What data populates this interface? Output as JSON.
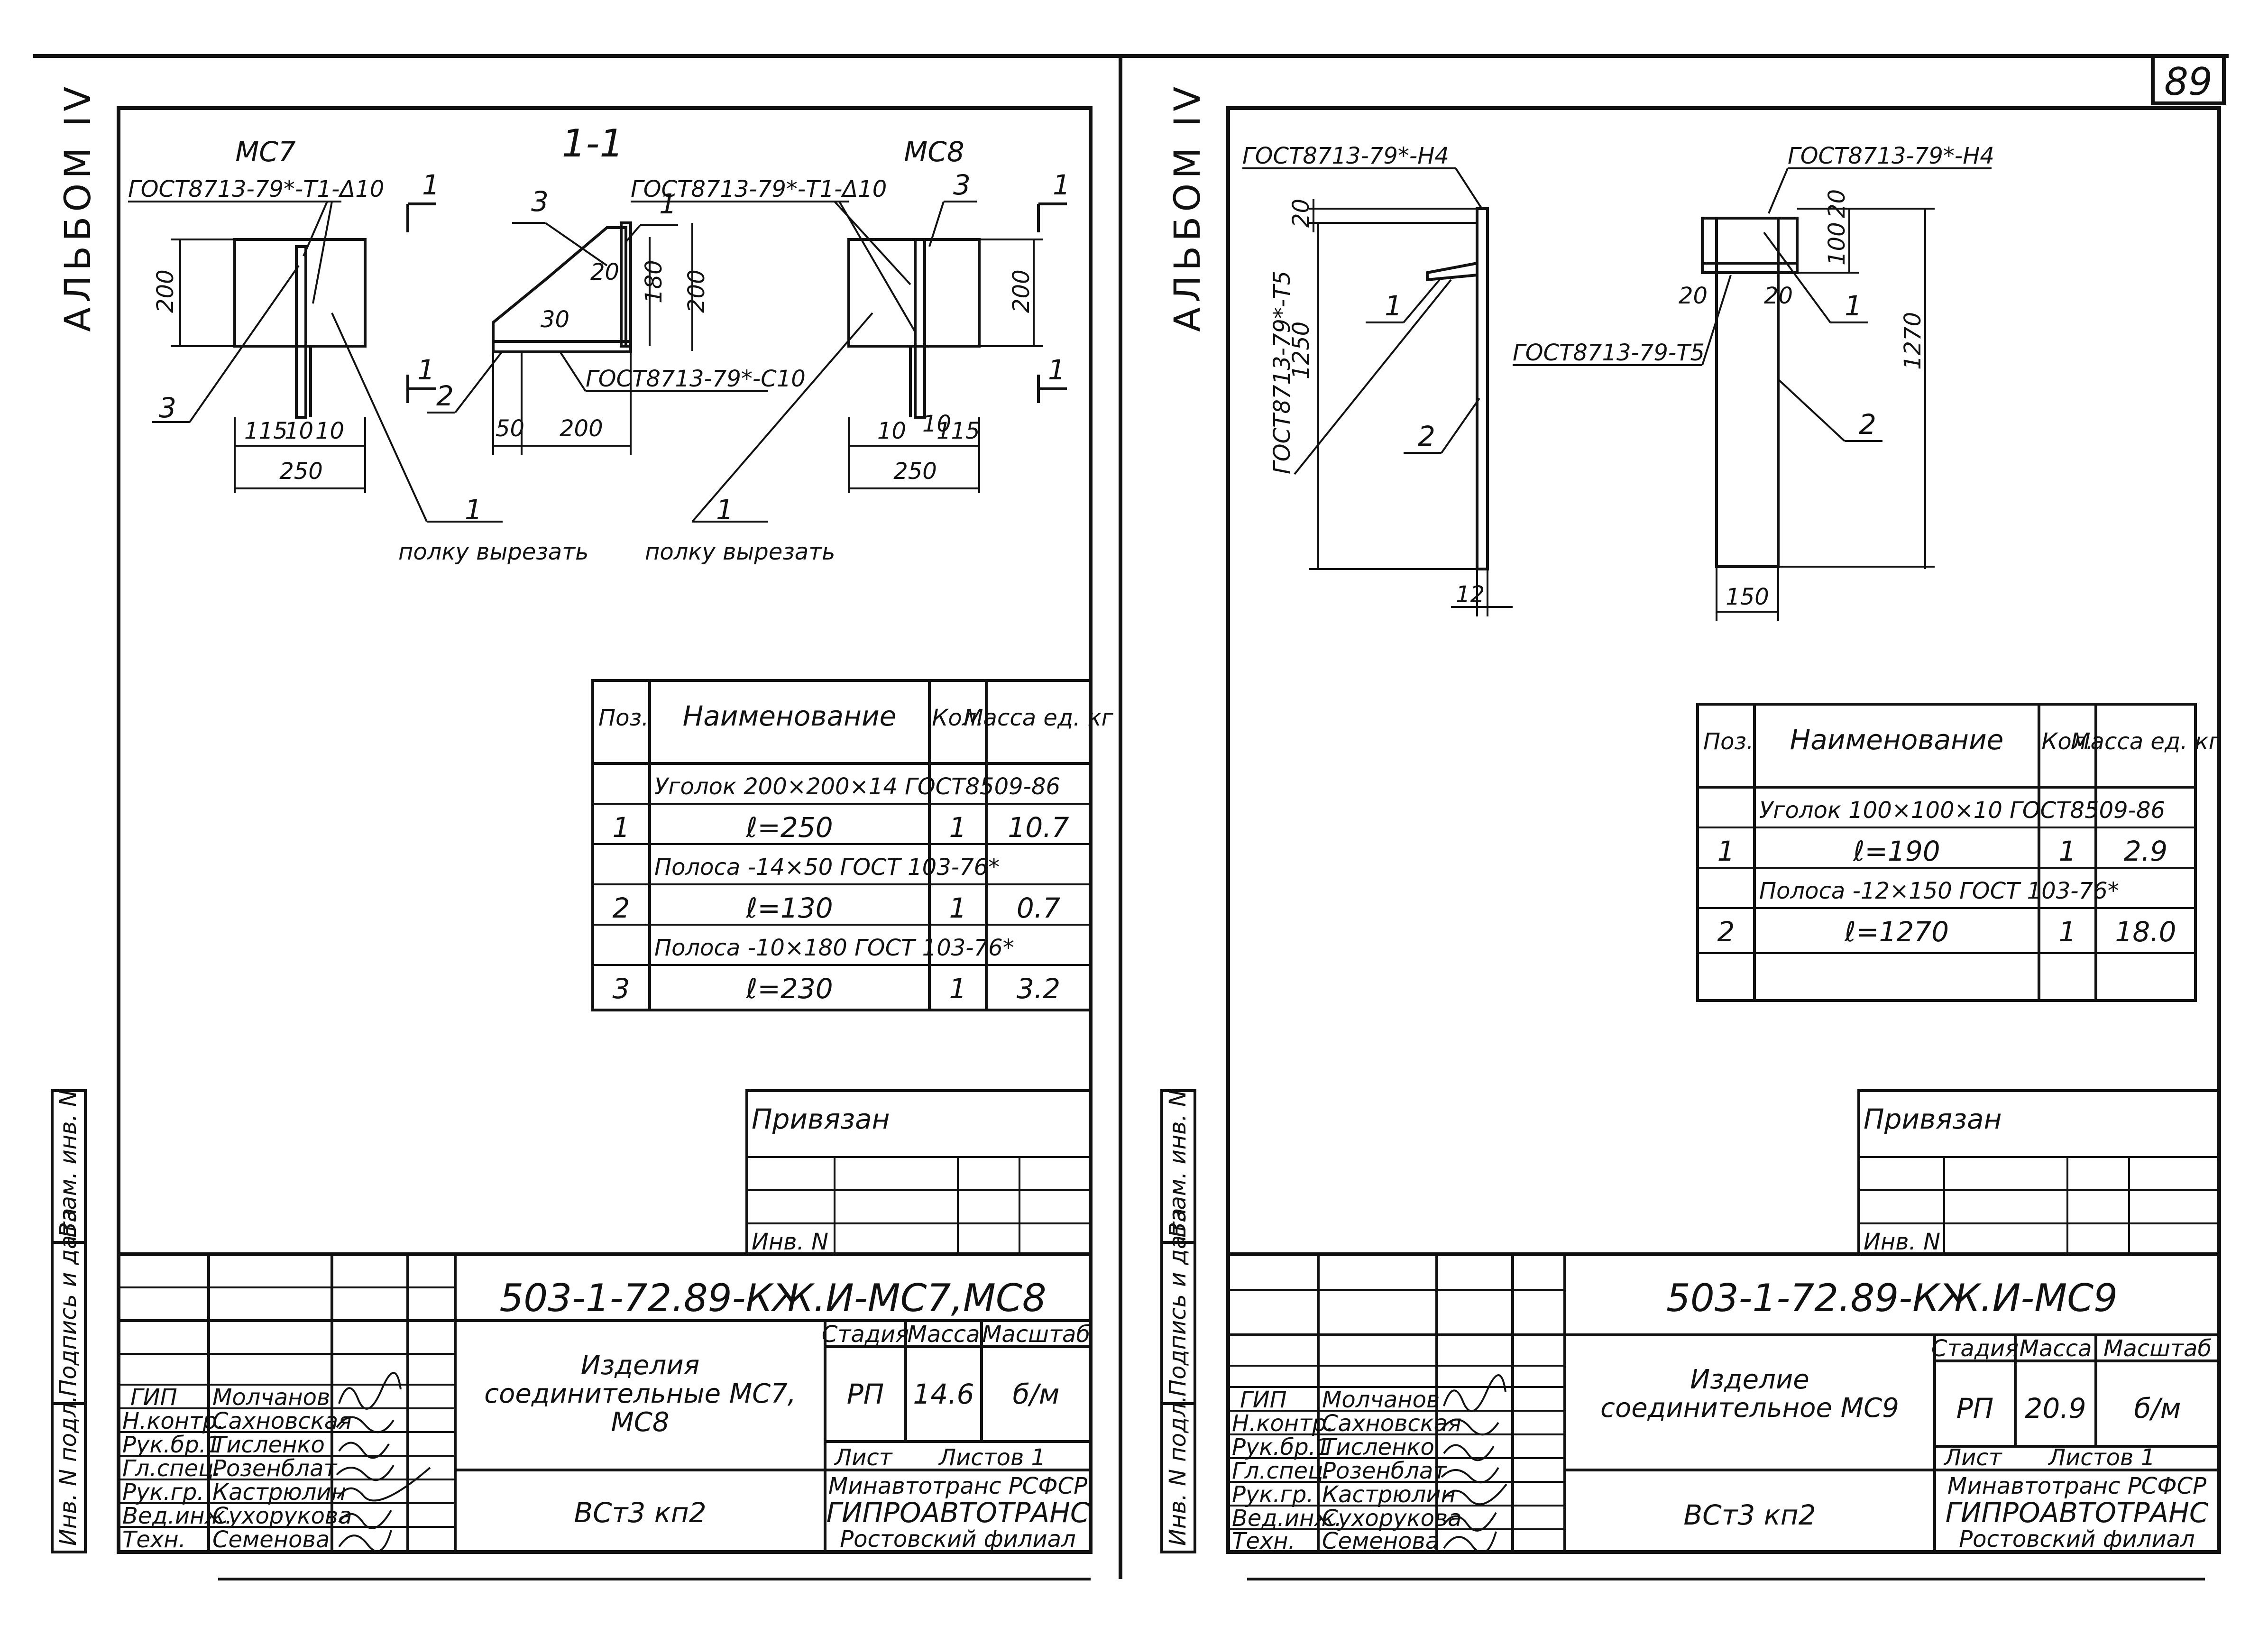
{
  "page_number": "89",
  "left_sheet": {
    "album": "АЛЬБОМ IV",
    "labels": {
      "mc7": "МС7",
      "section": "1-1",
      "mc8": "МС8",
      "gost_mc7": "ГОСТ8713-79*-Т1-Δ10",
      "gost_mc8": "ГОСТ8713-79*-Т1-Δ10",
      "gost_c10": "ГОСТ8713-79*-С10",
      "cut_note_1": "полку вырезать",
      "cut_note_2": "полку вырезать"
    },
    "dims": {
      "h200_mc7": "200",
      "w115": "115",
      "w10a": "10",
      "w10b": "10",
      "w250_mc7": "250",
      "d20": "20",
      "d180": "180",
      "d200_sec": "200",
      "d30": "30",
      "d50": "50",
      "d200_bot": "200",
      "h200_mc8": "200",
      "w10c": "10",
      "w10d": "10",
      "w115b": "115",
      "w250_mc8": "250"
    },
    "callouts": {
      "c1_mc7": "1",
      "c3_mc7": "3",
      "c3_sec": "3",
      "c1_sec": "1",
      "c2_sec": "2",
      "c3_mc8": "3",
      "c1_mc8": "1",
      "cut_mc7_top": "1",
      "cut_mc7_bot": "1",
      "cut_mc8_top": "1",
      "cut_mc8_bot": "1"
    },
    "table": {
      "headers": [
        "Поз.",
        "Наименование",
        "Кол.",
        "Масса ед. кг"
      ],
      "rows": [
        {
          "pos": "",
          "name": "Уголок 200×200×14 ГОСТ8509-86",
          "qty": "",
          "mass": ""
        },
        {
          "pos": "1",
          "name": "ℓ=250",
          "qty": "1",
          "mass": "10.7"
        },
        {
          "pos": "",
          "name": "Полоса -14×50 ГОСТ 103-76*",
          "qty": "",
          "mass": ""
        },
        {
          "pos": "2",
          "name": "ℓ=130",
          "qty": "1",
          "mass": "0.7"
        },
        {
          "pos": "",
          "name": "Полоса -10×180 ГОСТ 103-76*",
          "qty": "",
          "mass": ""
        },
        {
          "pos": "3",
          "name": "ℓ=230",
          "qty": "1",
          "mass": "3.2"
        }
      ]
    },
    "privyazan": "Привязан",
    "inv_no": "Инв. N",
    "stamp": {
      "code": "503-1-72.89-КЖ.И-МС7,МС8",
      "title": "Изделия соединительные МС7, МС8",
      "material": "ВСт3 кп2",
      "stage_label": "Стадия",
      "mass_label": "Масса",
      "scale_label": "Масштаб",
      "stage": "РП",
      "mass": "14.6",
      "scale": "б/м",
      "sheet": "Лист",
      "sheets": "Листов 1",
      "org1": "Минавтотранс РСФСР",
      "org2": "ГИПРОАВТОТРАНС",
      "org3": "Ростовский филиал",
      "roles": [
        "ГИП",
        "Н.контр.",
        "Рук.бр.1",
        "Гл.спец.",
        "Рук.гр.",
        "Вед.инж.",
        "Техн."
      ],
      "names": [
        "Молчанов",
        "Сахновская",
        "Тисленко",
        "Розенблат",
        "Кастрюлин",
        "Сухорукова",
        "Семенова"
      ]
    },
    "side_strip": [
      "Инв. N подл.",
      "Подпись и дата",
      "Взам. инв. N"
    ]
  },
  "right_sheet": {
    "album": "АЛЬБОМ IV",
    "labels": {
      "gost_h4_a": "ГОСТ8713-79*-Н4",
      "gost_h4_b": "ГОСТ8713-79*-Н4",
      "gost_t5_a": "ГОСТ8713-79*-Т5",
      "gost_t5_b": "ГОСТ8713-79-Т5"
    },
    "dims": {
      "d20_a": "20",
      "d1250": "1250",
      "d12": "12",
      "d100": "100",
      "d20_b": "20",
      "d20_c": "20",
      "d20_d": "20",
      "d1270": "1270",
      "d150": "150"
    },
    "callouts": {
      "c1_a": "1",
      "c2_a": "2",
      "c1_b": "1",
      "c2_b": "2"
    },
    "table": {
      "headers": [
        "Поз.",
        "Наименование",
        "Кол.",
        "Масса ед. кг"
      ],
      "rows": [
        {
          "pos": "",
          "name": "Уголок 100×100×10 ГОСТ8509-86",
          "qty": "",
          "mass": ""
        },
        {
          "pos": "1",
          "name": "ℓ=190",
          "qty": "1",
          "mass": "2.9"
        },
        {
          "pos": "",
          "name": "Полоса -12×150 ГОСТ 103-76*",
          "qty": "",
          "mass": ""
        },
        {
          "pos": "2",
          "name": "ℓ=1270",
          "qty": "1",
          "mass": "18.0"
        },
        {
          "pos": "",
          "name": "",
          "qty": "",
          "mass": ""
        }
      ]
    },
    "privyazan": "Привязан",
    "inv_no": "Инв. N",
    "stamp": {
      "code": "503-1-72.89-КЖ.И-МС9",
      "title": "Изделие соединительное МС9",
      "material": "ВСт3 кп2",
      "stage_label": "Стадия",
      "mass_label": "Масса",
      "scale_label": "Масштаб",
      "stage": "РП",
      "mass": "20.9",
      "scale": "б/м",
      "sheet": "Лист",
      "sheets": "Листов 1",
      "org1": "Минавтотранс РСФСР",
      "org2": "ГИПРОАВТОТРАНС",
      "org3": "Ростовский филиал",
      "roles": [
        "ГИП",
        "Н.контр.",
        "Рук.бр.1",
        "Гл.спец.",
        "Рук.гр.",
        "Вед.инж.",
        "Техн."
      ],
      "names": [
        "Молчанов",
        "Сахновская",
        "Тисленко",
        "Розенблат",
        "Кастрюлин",
        "Сухорукова",
        "Семенова"
      ]
    },
    "side_strip": [
      "Инв. N подл.",
      "Подпись и дата",
      "Взам. инв. N"
    ]
  }
}
